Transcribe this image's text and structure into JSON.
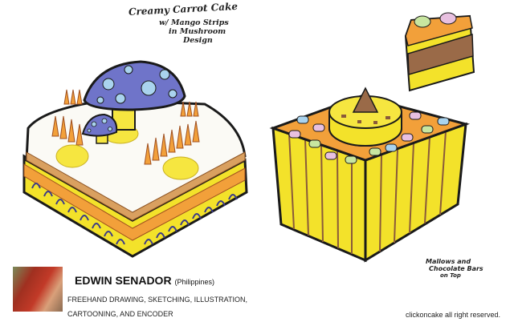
{
  "title_note": {
    "line1": "Creamy Carrot Cake",
    "line2": "w/ Mango Strips",
    "line3": "in Mushroom",
    "line4": "Design"
  },
  "caption_note": {
    "line1": "Mallows and",
    "line2": "Chocolate Bars",
    "line3": "on Top"
  },
  "artist": {
    "name": "EDWIN SENADOR",
    "country": "(Philippines)",
    "skills_line1": "FREEHAND DRAWING, SKETCHING, ILLUSTRATION,",
    "skills_line2": "CARTOONING,  AND ENCODER"
  },
  "footer": {
    "copyright": "clickoncake all right reserved."
  },
  "illustrations": {
    "left": "carrot-cake-mushroom",
    "right": "mallow-chocolate-cake",
    "slice": "cake-slice"
  },
  "colors": {
    "mushroom_blue": "#6f74c9",
    "spot_blue": "#a9d3ee",
    "cake_yellow": "#f3e22a",
    "frosting_orange": "#f2a03a",
    "chocolate_brown": "#8a5a3a",
    "outline": "#1a1a1a"
  }
}
